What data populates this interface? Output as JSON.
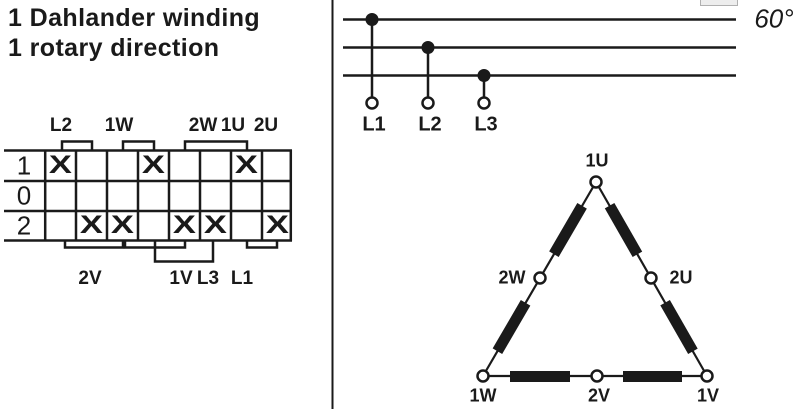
{
  "colors": {
    "ink": "#1a1a1a",
    "background": "#ffffff",
    "watermark_box": "#ededed"
  },
  "title": {
    "line1": "1 Dahlander winding",
    "line2": "1 rotary direction"
  },
  "switch_table": {
    "top_terminals": [
      "L2",
      "1W",
      "2W",
      "1U",
      "2U"
    ],
    "rows": [
      {
        "label": "1",
        "cells": [
          "X",
          "",
          "",
          "X",
          "",
          "",
          "X",
          ""
        ]
      },
      {
        "label": "0",
        "cells": [
          "",
          "",
          "",
          "",
          "",
          "",
          "",
          ""
        ]
      },
      {
        "label": "2",
        "cells": [
          "",
          "X",
          "X",
          "",
          "X",
          "X",
          "",
          "X"
        ]
      }
    ],
    "bottom_terminals": [
      "2V",
      "1V",
      "L3",
      "L1"
    ]
  },
  "supply_bus": {
    "terminals": [
      "L1",
      "L2",
      "L3"
    ],
    "switching_angle": "60°"
  },
  "delta_winding": {
    "top": "1U",
    "mid_left": "2W",
    "mid_right": "2U",
    "bottom_left": "1W",
    "bottom_mid": "2V",
    "bottom_right": "1V"
  }
}
